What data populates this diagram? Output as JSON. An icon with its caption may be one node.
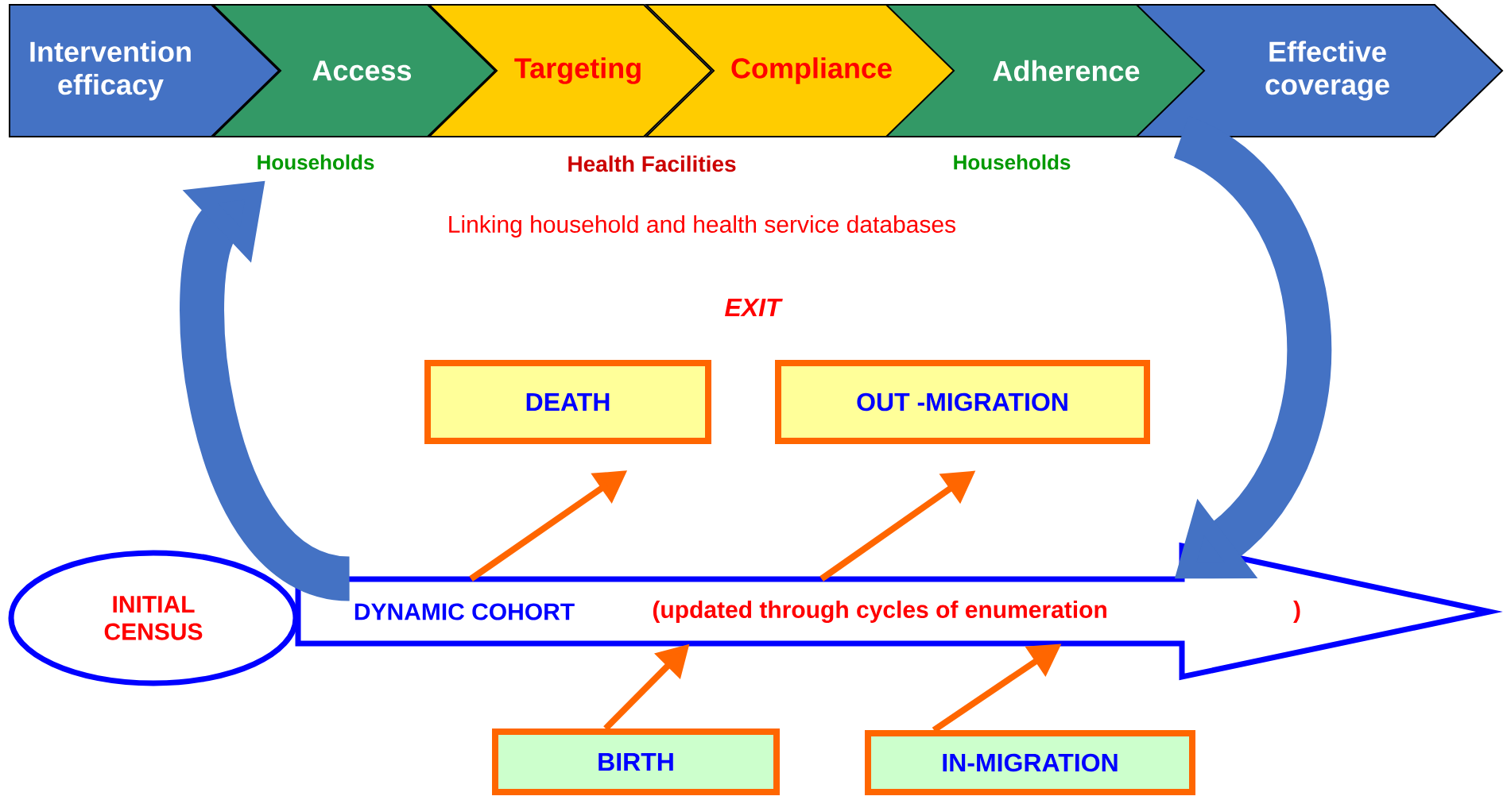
{
  "diagram": {
    "nodes": [
      {
        "text": [
          "Intervention efficacy"
        ]
      },
      {
        "text": [
          "Access"
        ],
        "beside": [
          "Households"
        ]
      },
      {
        "text": [
          "Targeting"
        ]
      },
      {
        "text": [
          "Compliance"
        ]
      },
      {
        "text": [
          "Adherence"
        ],
        "beside": [
          "Households"
        ]
      },
      {
        "text": [
          "Effective coverage"
        ]
      },
      {
        "text": [
          "INITIAL CENSUS"
        ]
      },
      {
        "text": [
          "DYNAMIC COHORT",
          "(updated through cycles of enumeration",
          ")"
        ]
      },
      {
        "text": [
          "DEATH"
        ]
      },
      {
        "text": [
          "OUT -MIGRATION"
        ]
      },
      {
        "text": [
          "BIRTH"
        ]
      },
      {
        "text": [
          "IN-MIGRATION"
        ]
      }
    ],
    "edges": [
      {
        "from": 7,
        "to": 1,
        "arrow": "to",
        "style": "thick",
        "color": "#4472c4"
      },
      {
        "from": 4,
        "to": 7,
        "arrow": "to",
        "style": "thick",
        "color": "#4472c4"
      },
      {
        "from": 7,
        "to": 8,
        "arrow": "to"
      },
      {
        "from": 7,
        "to": 9,
        "arrow": "to"
      },
      {
        "from": 10,
        "to": 7,
        "arrow": "to"
      },
      {
        "from": 11,
        "to": 7,
        "arrow": "to"
      }
    ],
    "labels": [
      "Health Facilities",
      "Linking household and health service databases",
      "EXIT"
    ]
  }
}
